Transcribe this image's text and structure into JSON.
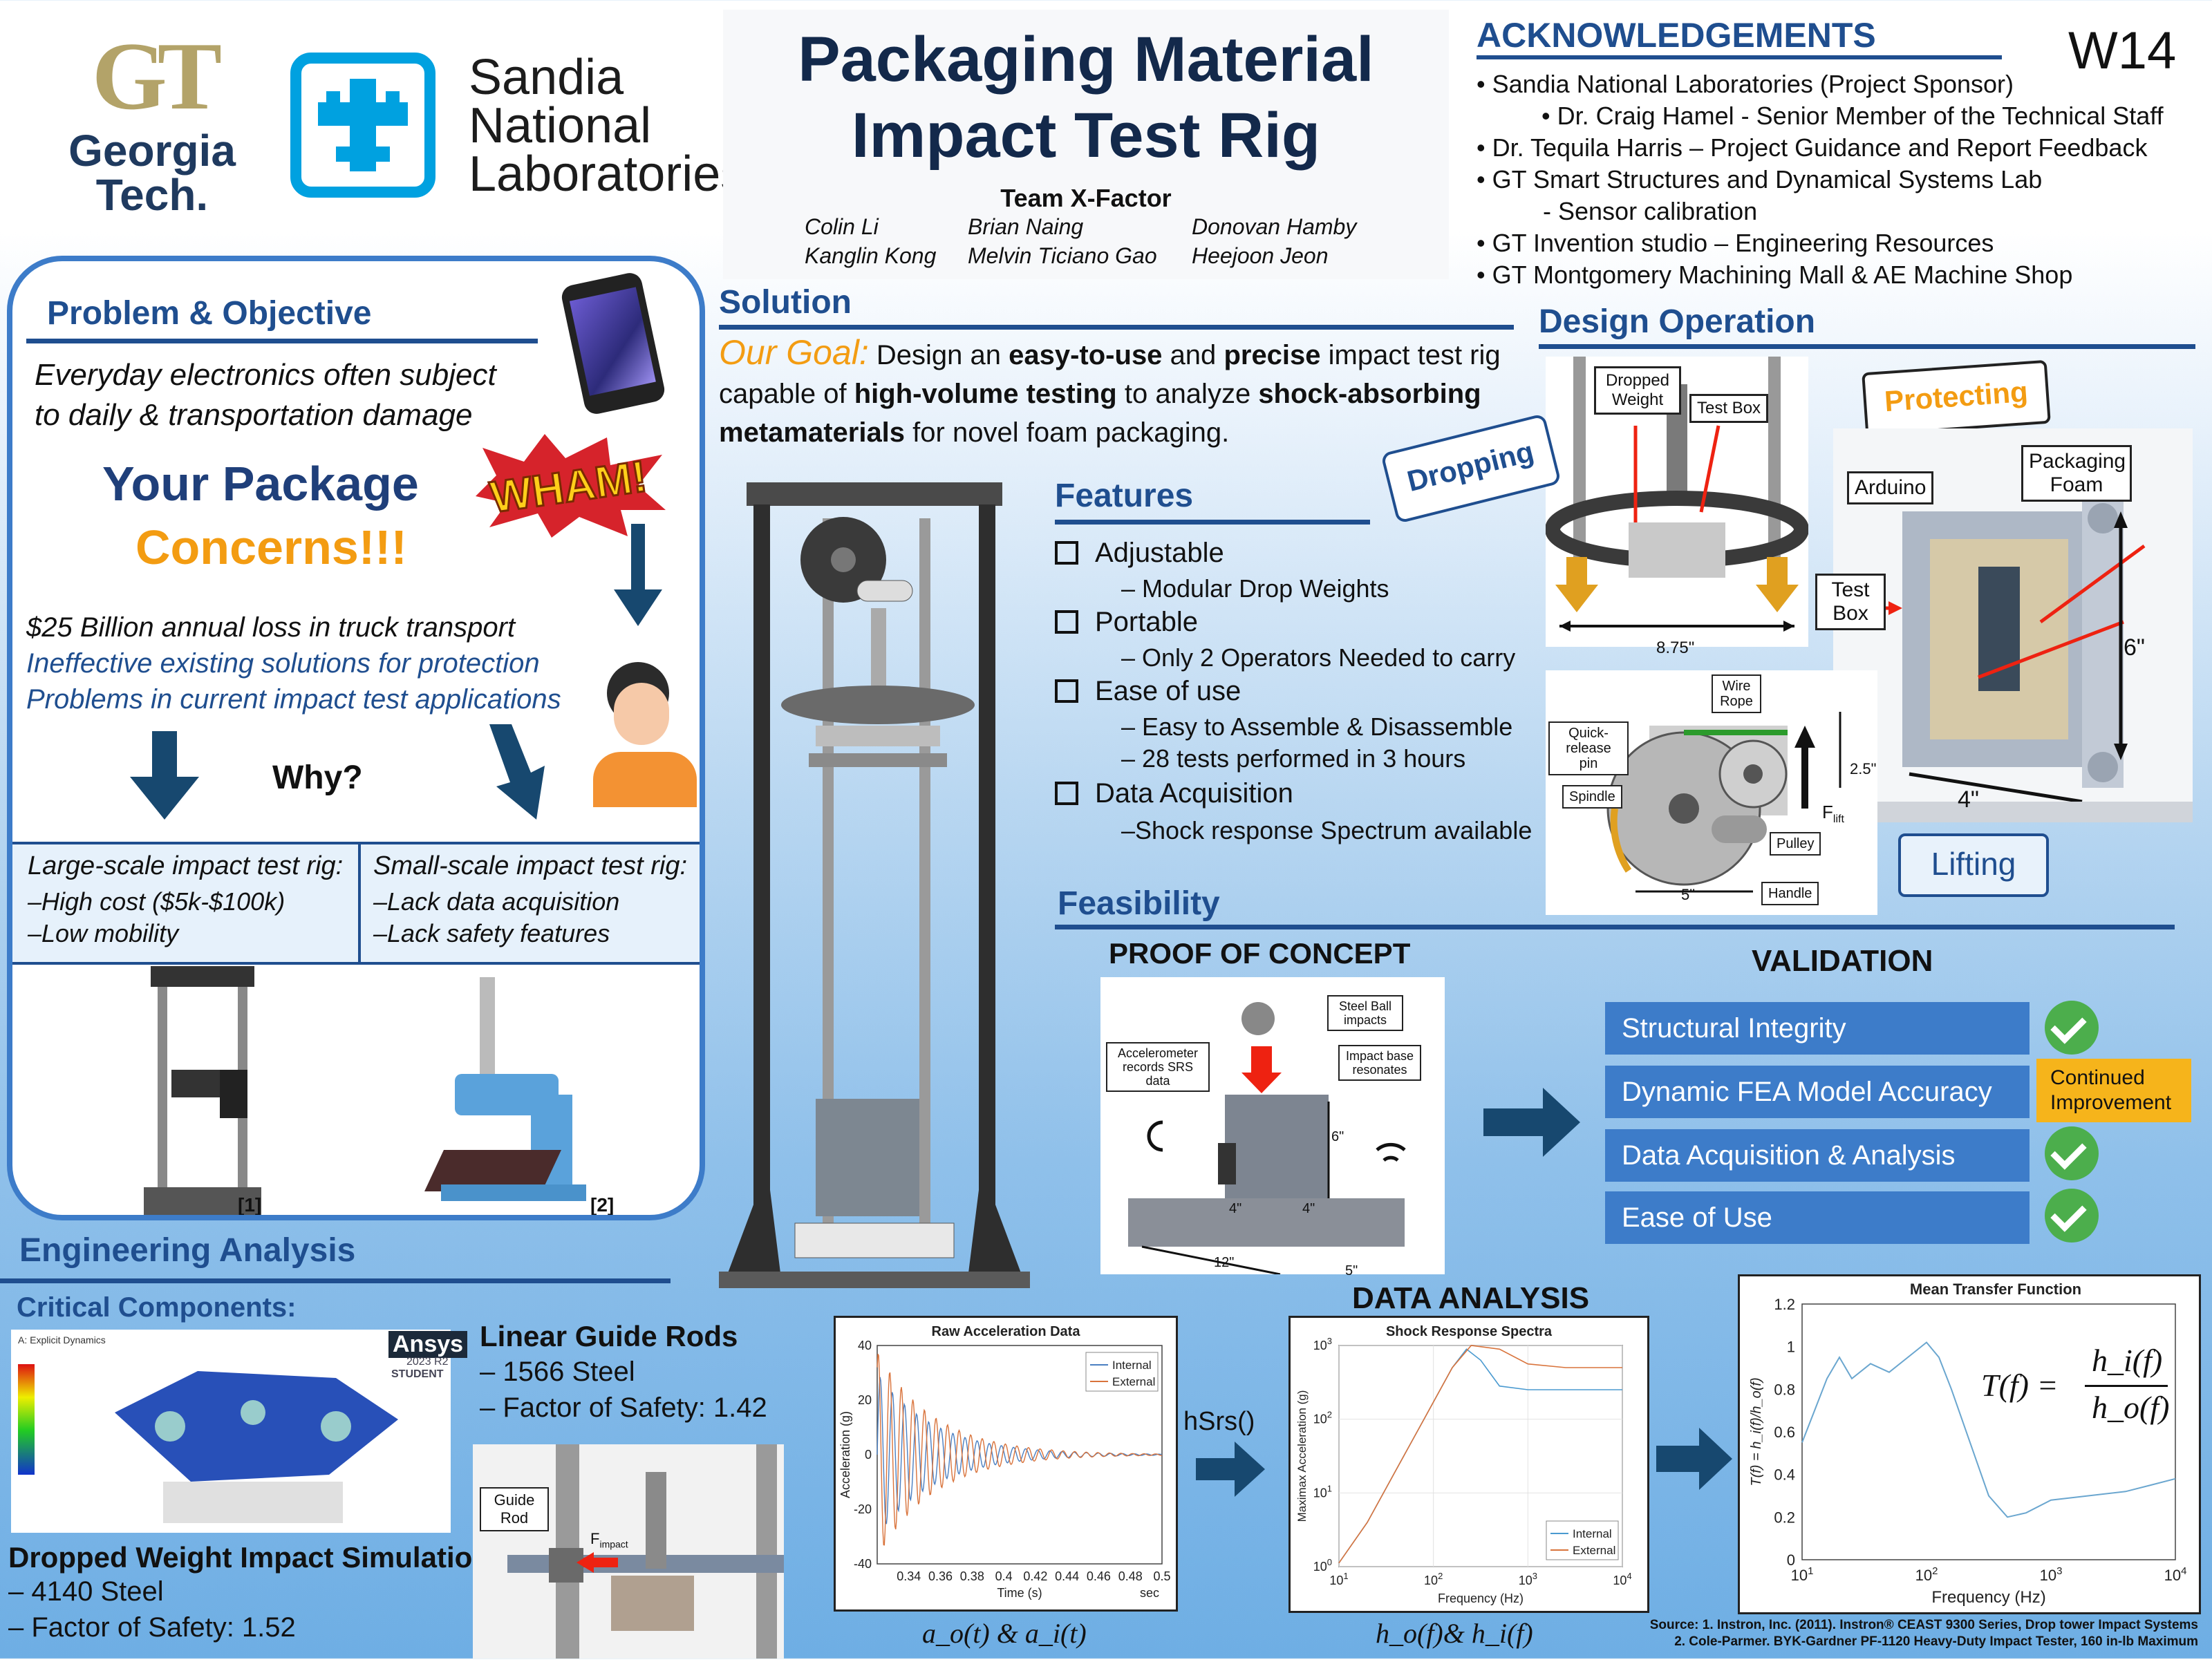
{
  "logos": {
    "gt_monogram": "GT",
    "gt_line1": "Georgia",
    "gt_line2": "Tech.",
    "sandia_line1": "Sandia",
    "sandia_line2": "National",
    "sandia_line3": "Laboratories"
  },
  "title": {
    "line1": "Packaging Material",
    "line2": "Impact Test Rig",
    "team": "Team X-Factor",
    "members": [
      "Colin Li",
      "Brian Naing",
      "Donovan Hamby",
      "Kanglin Kong",
      "Melvin Ticiano Gao",
      "Heejoon Jeon"
    ]
  },
  "poster_id": "W14",
  "acknowledgements": {
    "heading": "ACKNOWLEDGEMENTS",
    "items": [
      "Sandia National Laboratories (Project Sponsor)",
      "Dr. Craig Hamel - Senior Member of the Technical Staff",
      "Dr. Tequila Harris – Project Guidance and Report Feedback",
      "GT Smart Structures and Dynamical Systems Lab",
      "- Sensor calibration",
      "GT Invention studio – Engineering Resources",
      "GT Montgomery Machining Mall & AE Machine Shop"
    ]
  },
  "problem": {
    "heading": "Problem & Objective",
    "intro1": "Everyday electronics often subject",
    "intro2": "to daily & transportation damage",
    "your_package": "Your Package",
    "concerns": "Concerns!!!",
    "wham": "WHAM!",
    "p1": "$25 Billion annual loss in truck transport",
    "p2": "Ineffective existing solutions for protection",
    "p3": "Problems in current impact test applications",
    "why": "Why?",
    "large": {
      "title": "Large-scale impact test rig:",
      "a": "–High cost ($5k-$100k)",
      "b": "–Low mobility"
    },
    "small": {
      "title": "Small-scale impact test rig:",
      "a": "–Lack data acquisition",
      "b": "–Lack safety features"
    },
    "ref1": "[1]",
    "ref2": "[2]"
  },
  "solution": {
    "heading": "Solution",
    "goal_label": "Our Goal:",
    "g1": "Design an",
    "g2": "easy-to-use",
    "g3": "and",
    "g4": "precise",
    "g5": "impact test rig",
    "g6": "capable of",
    "g7": "high-volume testing",
    "g8": "to analyze",
    "g9": "shock-absorbing",
    "g10": "metamaterials",
    "g11": "for novel foam packaging."
  },
  "features": {
    "heading": "Features",
    "items": [
      {
        "title": "Adjustable",
        "subs": [
          "– Modular Drop Weights"
        ]
      },
      {
        "title": "Portable",
        "subs": [
          "– Only 2 Operators Needed to carry"
        ]
      },
      {
        "title": "Ease of use",
        "subs": [
          "– Easy to Assemble & Disassemble",
          "– 28 tests performed in 3 hours"
        ]
      },
      {
        "title": "Data Acquisition",
        "subs": [
          "–Shock response Spectrum available"
        ]
      }
    ]
  },
  "design": {
    "heading": "Design Operation",
    "dropping": "Dropping",
    "protecting": "Protecting",
    "lifting": "Lifting",
    "dropped_weight": "Dropped Weight",
    "test_box": "Test Box",
    "dim_875": "8.75\"",
    "arduino": "Arduino",
    "packaging_foam": "Packaging Foam",
    "test_box2": "Test Box",
    "dim_6": "6\"",
    "dim_4": "4\"",
    "wire_rope": "Wire Rope",
    "quick_release": "Quick-release pin",
    "spindle": "Spindle",
    "pulley": "Pulley",
    "handle": "Handle",
    "dim_25": "2.5\"",
    "dim_5": "5\"",
    "flift": "F",
    "flift_sub": "lift"
  },
  "feasibility": {
    "heading": "Feasibility",
    "poc": "PROOF OF CONCEPT",
    "steel_ball": "Steel Ball impacts",
    "accel": "Accelerometer records SRS data",
    "resonates": "Impact base resonates",
    "d6": "6\"",
    "d4a": "4\"",
    "d4b": "4\"",
    "d12": "12\"",
    "d5": "5\"",
    "validation": "VALIDATION",
    "rows": [
      "Structural Integrity",
      "Dynamic FEA Model Accuracy",
      "Data Acquisition & Analysis",
      "Ease of Use"
    ],
    "continued": "Continued Improvement"
  },
  "engineering": {
    "heading": "Engineering Analysis",
    "critical": "Critical Components:",
    "ansys": "Ansys",
    "ansys_ver": "2023 R2",
    "ansys_student": "STUDENT",
    "sim_title": "Dropped Weight Impact Simulation",
    "sim_a": "– 4140 Steel",
    "sim_b": "– Factor of Safety: 1.52",
    "rods_title": "Linear Guide Rods",
    "rods_a": "– 1566 Steel",
    "rods_b": "– Factor of Safety: 1.42",
    "guide_rod": "Guide Rod",
    "fimpact": "F",
    "fimpact_sub": "impact"
  },
  "data_analysis": {
    "heading": "DATA ANALYSIS",
    "hsrs": "hSrs()",
    "cap1": "a_o(t) & a_i(t)",
    "cap2": "h_o(f)& h_i(f)",
    "formula_lhs": "T(f) =",
    "formula_num": "h_i(f)",
    "formula_den": "h_o(f)"
  },
  "chart_data": [
    {
      "type": "line",
      "title": "Raw Acceleration Data",
      "xlabel": "Time (s)",
      "xunit": "sec",
      "ylabel": "Acceleration (g)",
      "xlim": [
        0.32,
        0.5
      ],
      "ylim": [
        -40,
        40
      ],
      "xticks": [
        "0.34",
        "0.36",
        "0.38",
        "0.4",
        "0.42",
        "0.44",
        "0.46",
        "0.48",
        "0.5"
      ],
      "yticks": [
        "40",
        "20",
        "0",
        "-20",
        "-40"
      ],
      "series": [
        {
          "name": "Internal",
          "color": "#4a7fc1"
        },
        {
          "name": "External",
          "color": "#d9733b"
        }
      ],
      "legend": "top-right"
    },
    {
      "type": "line",
      "title": "Shock Response Spectra",
      "xlabel": "Frequency (Hz)",
      "ylabel": "Maximax Acceleration (g)",
      "scale": "log-log",
      "xticks": [
        "10^1",
        "10^2",
        "10^3",
        "10^4"
      ],
      "yticks": [
        "10^0",
        "10^1",
        "10^2",
        "10^3"
      ],
      "series": [
        {
          "name": "Internal",
          "color": "#4a9ad0"
        },
        {
          "name": "External",
          "color": "#d9733b"
        }
      ],
      "legend": "bottom-right"
    },
    {
      "type": "line",
      "title": "Mean Transfer Function",
      "xlabel": "Frequency (Hz)",
      "ylabel": "T(f) = h_i(f)/h_o(f)",
      "xscale": "log",
      "xticks": [
        "10^1",
        "10^2",
        "10^3",
        "10^4"
      ],
      "yticks": [
        "0",
        "0.2",
        "0.4",
        "0.6",
        "0.8",
        "1",
        "1.2"
      ],
      "ylim": [
        0,
        1.2
      ],
      "series": [
        {
          "name": "",
          "color": "#6aa6cf"
        }
      ]
    }
  ],
  "sources": {
    "line1": "Source: 1. Instron, Inc. (2011). Instron® CEAST 9300 Series, Drop tower Impact Systems",
    "line2": "2. Cole-Parmer. BYK-Gardner PF-1120 Heavy-Duty Impact Tester, 160 in-lb Maximum"
  },
  "colors": {
    "navy": "#1f4e8f",
    "gt_gold": "#b3a369",
    "sandia_blue": "#00a1e0",
    "orange": "#f39c12",
    "check_green": "#4cae4c",
    "continued": "#f6b41b"
  }
}
